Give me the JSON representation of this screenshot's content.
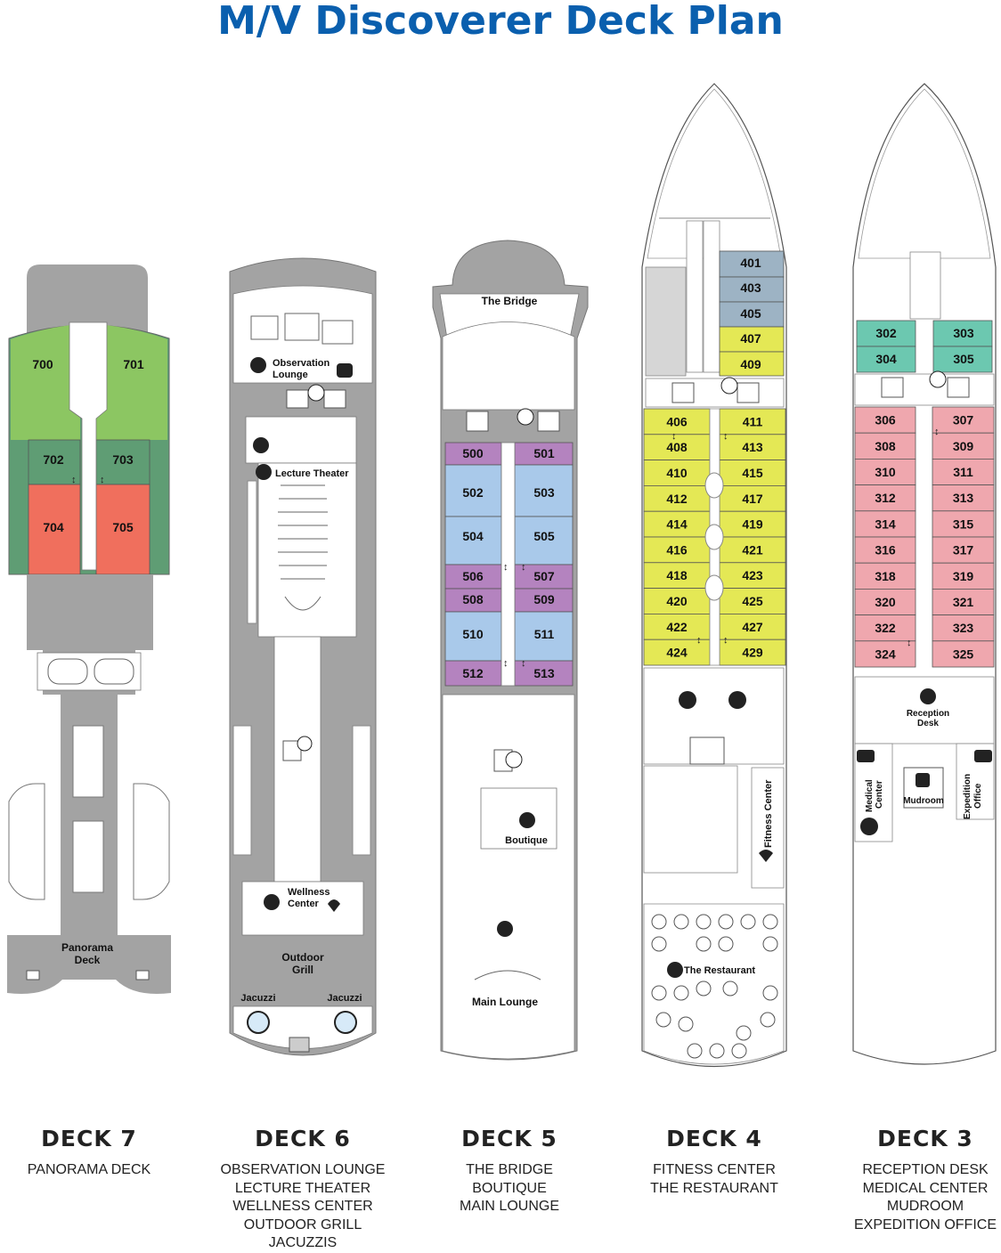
{
  "title": "M/V Discoverer Deck Plan",
  "colors": {
    "title": "#0a5fae",
    "hull": "#a3a3a3",
    "green": "#8cc662",
    "dark_green": "#5f9d74",
    "salmon": "#f06f5d",
    "purple": "#b483bf",
    "light_blue": "#a9c9ea",
    "yellow": "#e4e855",
    "steel_blue": "#9db3c4",
    "teal": "#6cc8b0",
    "pink": "#efa7ae"
  },
  "decks": {
    "deck7": {
      "name": "DECK 7",
      "venues": [
        "PANORAMA DECK"
      ],
      "cabins": [
        "700",
        "701",
        "702",
        "703",
        "704",
        "705"
      ],
      "labels": {
        "panorama": [
          "Panorama",
          "Deck"
        ]
      }
    },
    "deck6": {
      "name": "DECK 6",
      "venues": [
        "OBSERVATION LOUNGE",
        "LECTURE THEATER",
        "WELLNESS CENTER",
        "OUTDOOR GRILL",
        "JACUZZIS"
      ],
      "labels": {
        "observation": [
          "Observation",
          "Lounge"
        ],
        "lecture": "Lecture Theater",
        "wellness": [
          "Wellness",
          "Center"
        ],
        "grill": [
          "Outdoor",
          "Grill"
        ],
        "jacuzzi_left": "Jacuzzi",
        "jacuzzi_right": "Jacuzzi"
      }
    },
    "deck5": {
      "name": "DECK 5",
      "venues": [
        "THE BRIDGE",
        "BOUTIQUE",
        "MAIN LOUNGE"
      ],
      "cabins": [
        "500",
        "501",
        "502",
        "503",
        "504",
        "505",
        "506",
        "507",
        "508",
        "509",
        "510",
        "511",
        "512",
        "513"
      ],
      "labels": {
        "bridge": "The Bridge",
        "boutique": "Boutique",
        "lounge": "Main Lounge"
      }
    },
    "deck4": {
      "name": "DECK 4",
      "venues": [
        "FITNESS CENTER",
        "THE RESTAURANT"
      ],
      "cabins_right_blue": [
        "401",
        "403",
        "405"
      ],
      "cabins_right_top": [
        "407",
        "409"
      ],
      "cabins_left": [
        "406",
        "408",
        "410",
        "412",
        "414",
        "416",
        "418",
        "420",
        "422",
        "424"
      ],
      "cabins_right": [
        "411",
        "413",
        "415",
        "417",
        "419",
        "421",
        "423",
        "425",
        "427",
        "429"
      ],
      "labels": {
        "fitness": "Fitness Center",
        "restaurant": "The Restaurant"
      }
    },
    "deck3": {
      "name": "DECK 3",
      "venues": [
        "RECEPTION DESK",
        "MEDICAL CENTER",
        "MUDROOM",
        "EXPEDITION OFFICE"
      ],
      "cabins_teal_left": [
        "302",
        "304"
      ],
      "cabins_teal_right": [
        "303",
        "305"
      ],
      "cabins_left": [
        "306",
        "308",
        "310",
        "312",
        "314",
        "316",
        "318",
        "320",
        "322",
        "324"
      ],
      "cabins_right": [
        "307",
        "309",
        "311",
        "313",
        "315",
        "317",
        "319",
        "321",
        "323",
        "325"
      ],
      "labels": {
        "reception": [
          "Reception",
          "Desk"
        ],
        "medical": [
          "Medical",
          "Center"
        ],
        "mudroom": "Mudroom",
        "expedition": [
          "Expedition",
          "Office"
        ]
      }
    }
  }
}
